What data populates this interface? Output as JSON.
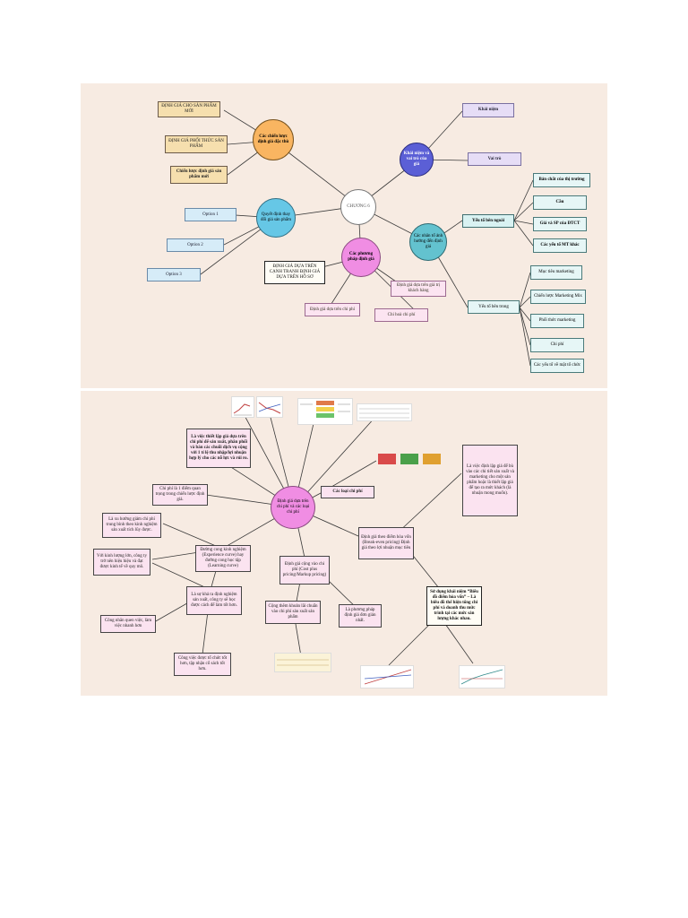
{
  "colors": {
    "panel_bg": "#f7ebe2",
    "orange": "#f9b561",
    "cyan": "#66c7e6",
    "magenta": "#f08de3",
    "indigo": "#5b5fd6",
    "teal": "#63c2cf",
    "line": "#3a3a3a"
  },
  "map1": {
    "center": "CHƯƠNG 6",
    "strategy": "Các chiến lược định giá đặc thù",
    "strategy_items": [
      "ĐỊNH GIÁ CHO SẢN PHẨM MỚI",
      "ĐỊNH GIÁ PHỐI THỨC SẢN PHẨM",
      "Chiến lược định giá sản phẩm mới"
    ],
    "adjust": "Quyết định thay đổi giá sản phẩm",
    "options": [
      "Option 1",
      "Option 2",
      "Option 3"
    ],
    "methods": "Các phương pháp định giá",
    "method_items": [
      "ĐỊNH GIÁ DỰA TRÊN CẠNH TRANH ĐỊNH GIÁ DỰA TRÊN HỒ SƠ",
      "Định giá dựa trên giá trị khách hàng",
      "Định giá dựa trên chi phí",
      "Chi hoà chi phí"
    ],
    "concept": "Khái niệm và vai trò của giá",
    "concept_items": [
      "Khái niệm",
      "Vai trò"
    ],
    "factors": "Các nhân tố ảnh hưởng đến định giá",
    "external": "Yếu tố bên ngoài",
    "external_items": [
      "Bản chất của thị trường",
      "Cầu",
      "Giá và SP của ĐTCT",
      "Các yếu tố MT khác"
    ],
    "internal": "Yếu tố bên trong",
    "internal_items": [
      "Mục tiêu marketing",
      "Chiến lược Marketing Mix",
      "Phối thức marketing",
      "Chi phí",
      "Các yếu tố về mặt tổ chức"
    ]
  },
  "map2": {
    "center": "Định giá dựa trên chi phí và các loại chi phí",
    "top_left": "Là việc thiết lập giá dựa trên chi phí để sản xuất, phân phối và bán các chuỗi dịch vụ cộng với 1 tỉ lệ thu nhập/lợi nhuận hợp lý cho các nỗ lực và rủi ro.",
    "cost_note": "Chi phí là 1 điểm quan trọng trong chiến lược định giá.",
    "cost_types": "Các loại chi phí",
    "right_note": "Là việc định lập giá để bù vào các chi tiết sản xuất và marketing cho một sản phẩm hoặc là thiết lập giá để tạo ra mức khách (là nhuận mong muốn).",
    "curve": "Đường cong kinh nghiệm (Experience curve) hay đường cong học tập (Learning curve)",
    "curve_note": "Là xu hướng giảm chi phí trung bình theo kinh nghiệm sản xuất tích lũy được.",
    "left_note_a": "Với kinh lượng lớn, công ty trở nên hiệu hiệu và đạt được kinh tế về quy mô.",
    "lesson": "Là sự khả ra định nghiệm sản xuất, công ty sẽ học được cách để làm tốt hơn.",
    "workers": "Công nhân quen việc, làm việc nhanh hơn",
    "company": "Công việc được tổ chức tốt hơn, tập nhận cổ sách tốt hơn.",
    "cost_plus": "Định giá cộng vào chi phí (Cost plus pricing/Markup pricing)",
    "cost_plus_note": "Cộng thêm khoản lãi chuẩn vào chi phí sản xuất sản phẩm",
    "simple": "Là phương pháp định giá đơn giản nhất.",
    "breakeven": "Định giá theo điểm hòa vốn (Break-even pricing) Định giá theo lợi nhuận mục tiêu",
    "breakeven_note": "Sử dụng khái niệm “Biểu đồ điểm hòa vốn” – Là biểu đồ thể hiện tổng chi phí và doanh thu mức trình tại các mức sản lượng khác nhau."
  }
}
